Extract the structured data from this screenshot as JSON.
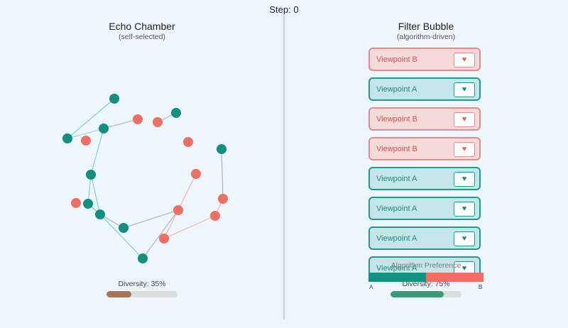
{
  "step_text": "Step: 0",
  "colors": {
    "viewpoint_a": "#0f9080",
    "viewpoint_b": "#f26e60",
    "diversity_left": "#a87456",
    "diversity_right": "#3a9a78"
  },
  "echo_chamber": {
    "title": "Echo Chamber",
    "subtitle": "(self-selected)",
    "diversity_label": "Diversity: 35%",
    "diversity_value": 0.35
  },
  "filter_bubble": {
    "title": "Filter Bubble",
    "subtitle": "(algorithm-driven)",
    "feed": [
      {
        "label": "Viewpoint B",
        "viewpoint": "B",
        "icon": "heart-icon",
        "icon_glyph": "♥"
      },
      {
        "label": "Viewpoint A",
        "viewpoint": "A",
        "icon": "heart-icon",
        "icon_glyph": "♥"
      },
      {
        "label": "Viewpoint B",
        "viewpoint": "B",
        "icon": "heart-icon",
        "icon_glyph": "♥"
      },
      {
        "label": "Viewpoint B",
        "viewpoint": "B",
        "icon": "heart-icon",
        "icon_glyph": "♥"
      },
      {
        "label": "Viewpoint A",
        "viewpoint": "A",
        "icon": "heart-icon",
        "icon_glyph": "♥"
      },
      {
        "label": "Viewpoint A",
        "viewpoint": "A",
        "icon": "heart-icon",
        "icon_glyph": "♥"
      },
      {
        "label": "Viewpoint A",
        "viewpoint": "A",
        "icon": "heart-icon",
        "icon_glyph": "♥"
      },
      {
        "label": "Viewpoint A",
        "viewpoint": "A",
        "icon": "heart-icon",
        "icon_glyph": "♥"
      }
    ],
    "algorithm_preference_label": "Algorithm Preference",
    "preference_a_share": 0.5,
    "pref_end_a": "A",
    "pref_end_b": "B",
    "diversity_label": "Diversity: 75%",
    "diversity_value": 0.75
  }
}
